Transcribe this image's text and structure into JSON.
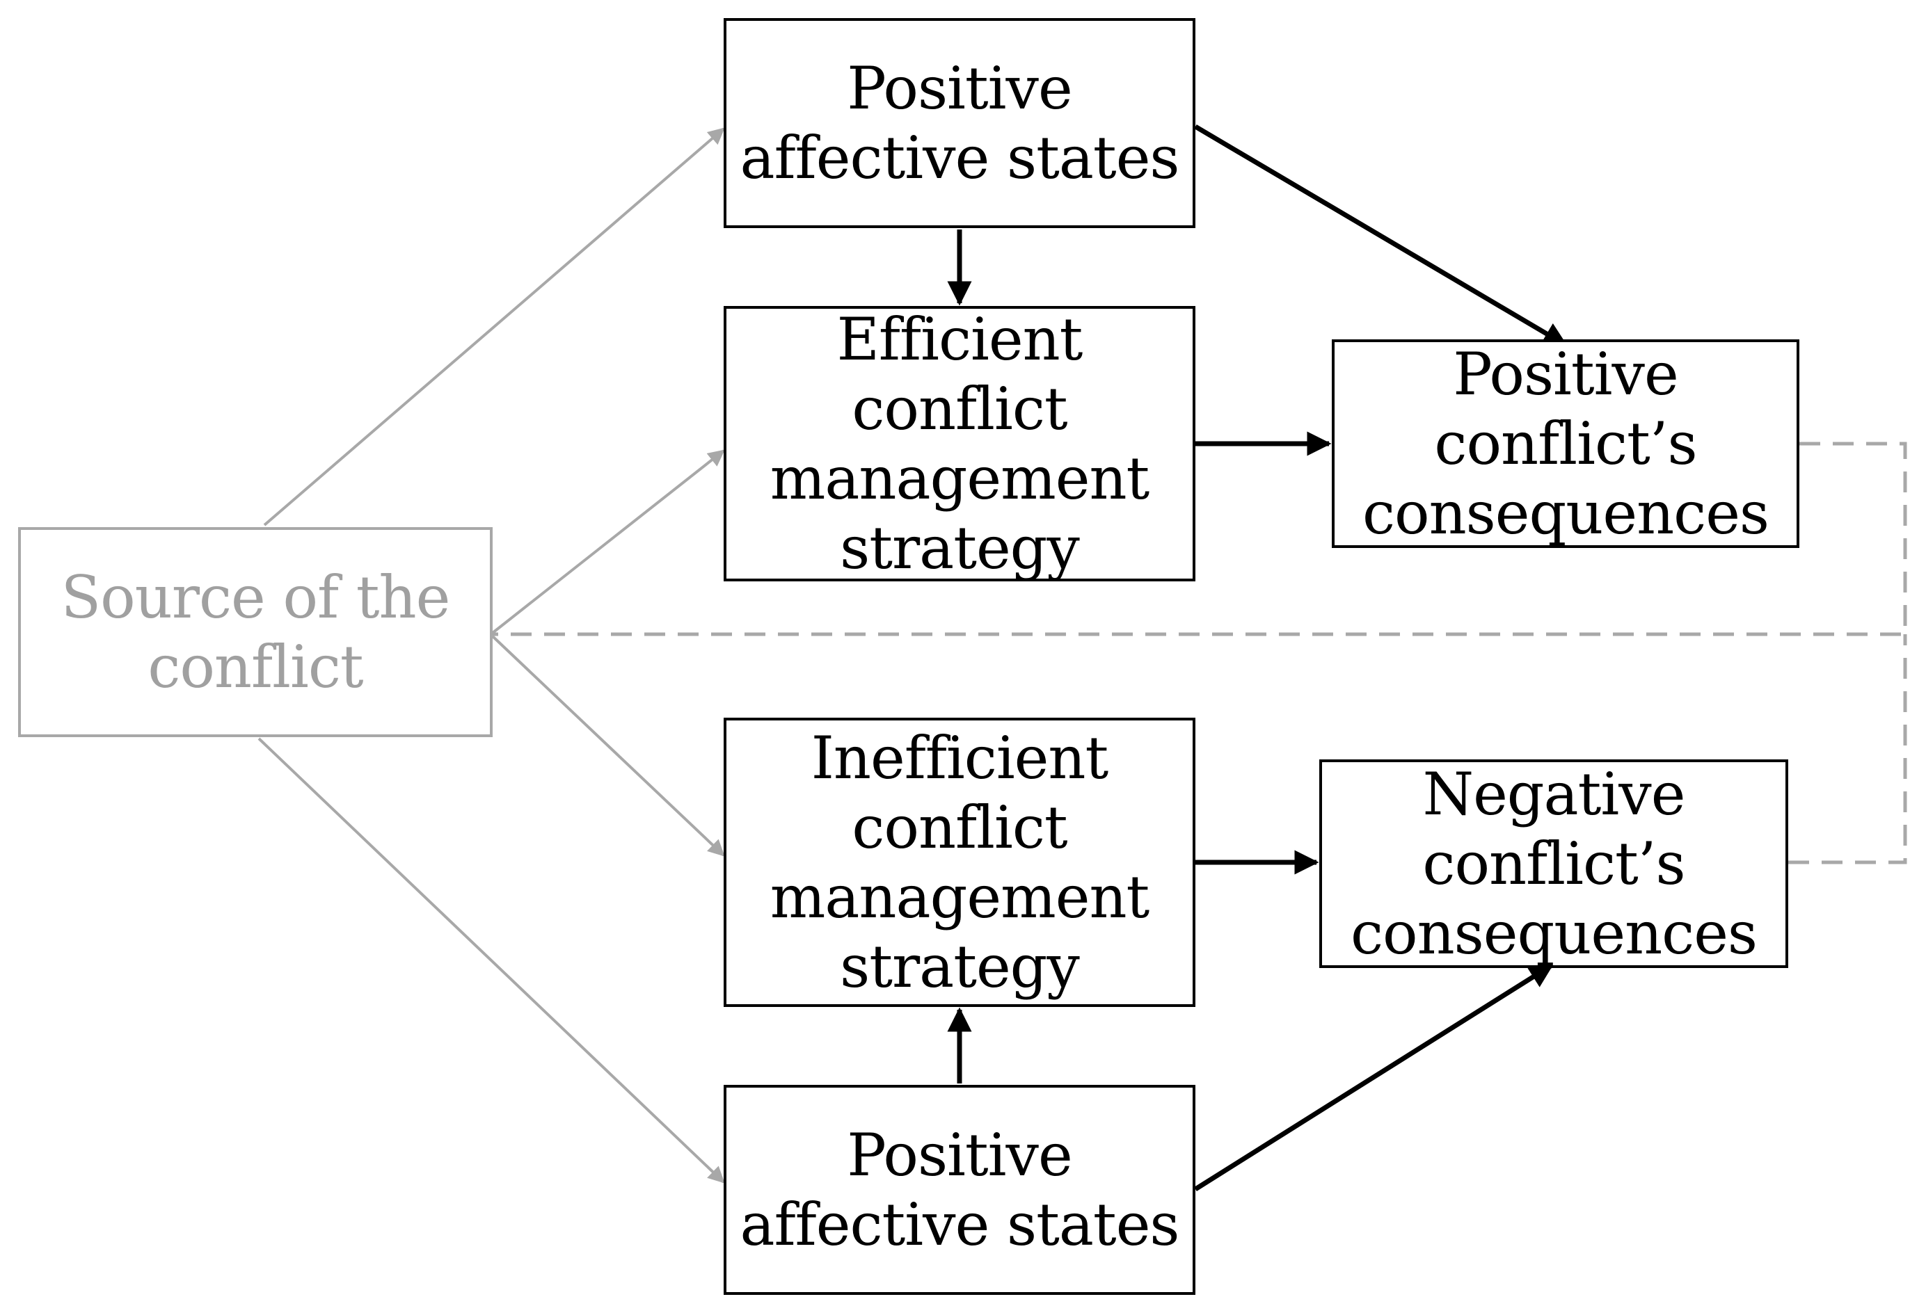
{
  "diagram": {
    "nodes": {
      "source": {
        "text": "Source of the\nconflict"
      },
      "positive_states_top": {
        "text": "Positive\naffective states"
      },
      "efficient_strategy": {
        "text": "Efficient\nconflict\nmanagement\nstrategy"
      },
      "positive_consequences": {
        "text": "Positive\nconflict’s\nconsequences"
      },
      "inefficient_strategy": {
        "text": "Inefficient\nconflict\nmanagement\nstrategy"
      },
      "negative_consequences": {
        "text": "Negative\nconflict’s\nconsequences"
      },
      "positive_states_bottom": {
        "text": "Positive\naffective states"
      }
    },
    "edges": [
      {
        "from": "source",
        "to": "positive_states_top",
        "style": "solid-gray"
      },
      {
        "from": "source",
        "to": "efficient_strategy",
        "style": "solid-gray"
      },
      {
        "from": "source",
        "to": "inefficient_strategy",
        "style": "solid-gray"
      },
      {
        "from": "source",
        "to": "positive_states_bottom",
        "style": "solid-gray"
      },
      {
        "from": "positive_states_top",
        "to": "efficient_strategy",
        "style": "solid-black"
      },
      {
        "from": "positive_states_top",
        "to": "positive_consequences",
        "style": "solid-black"
      },
      {
        "from": "efficient_strategy",
        "to": "positive_consequences",
        "style": "solid-black"
      },
      {
        "from": "inefficient_strategy",
        "to": "negative_consequences",
        "style": "solid-black"
      },
      {
        "from": "positive_states_bottom",
        "to": "inefficient_strategy",
        "style": "solid-black"
      },
      {
        "from": "positive_states_bottom",
        "to": "negative_consequences",
        "style": "solid-black"
      },
      {
        "from": "positive_consequences",
        "to": "source",
        "style": "dashed-gray"
      },
      {
        "from": "negative_consequences",
        "to": "source",
        "style": "dashed-gray"
      }
    ],
    "colors": {
      "primary": "#000000",
      "secondary": "#a8a8a8",
      "dashed": "#a8a8a8"
    }
  }
}
